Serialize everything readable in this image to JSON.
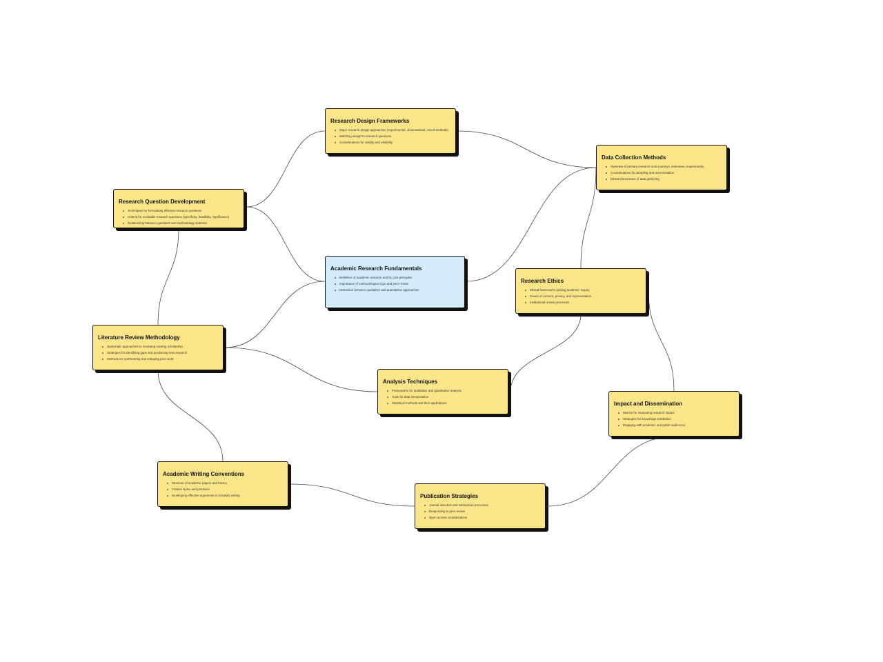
{
  "nodes": [
    {
      "id": "fundamentals",
      "title": "Academic Research Fundamentals",
      "central": true,
      "bullets": [
        "Definition of academic research and its core principles",
        "Importance of methodological rigor and peer review",
        "Distinction between qualitative and quantitative approaches"
      ]
    },
    {
      "id": "design",
      "title": "Research Design Frameworks",
      "bullets": [
        "Major research design approaches (experimental, observational, mixed-methods)",
        "Matching design to research questions",
        "Considerations for validity and reliability"
      ]
    },
    {
      "id": "data",
      "title": "Data Collection Methods",
      "bullets": [
        "Overview of primary research tools (surveys, interviews, experiments)",
        "Considerations for sampling and representation",
        "Ethical dimensions of data gathering"
      ]
    },
    {
      "id": "question",
      "title": "Research Question Development",
      "bullets": [
        "Techniques for formulating effective research questions",
        "Criteria for evaluable research questions (specificity, feasibility, significance)",
        "Relationship between questions and methodology selection"
      ]
    },
    {
      "id": "ethics",
      "title": "Research Ethics",
      "bullets": [
        "Ethical frameworks guiding academic inquiry",
        "Issues of consent, privacy, and representation",
        "Institutional review processes"
      ]
    },
    {
      "id": "literature",
      "title": "Literature Review Methodology",
      "bullets": [
        "Systematic approaches to reviewing existing scholarship",
        "Strategies for identifying gaps and positioning new research",
        "Methods for synthesizing and critiquing prior work"
      ]
    },
    {
      "id": "analysis",
      "title": "Analysis Techniques",
      "bullets": [
        "Frameworks for qualitative and quantitative analysis",
        "Tools for data interpretation",
        "Statistical methods and their applications"
      ]
    },
    {
      "id": "impact",
      "title": "Impact and Dissemination",
      "bullets": [
        "Metrics for measuring research impact",
        "Strategies for knowledge translation",
        "Engaging with academic and public audiences"
      ]
    },
    {
      "id": "writing",
      "title": "Academic Writing Conventions",
      "bullets": [
        "Structure of academic papers and theses",
        "Citation styles and practices",
        "Developing effective arguments in scholarly writing"
      ]
    },
    {
      "id": "publication",
      "title": "Publication Strategies",
      "bullets": [
        "Journal selection and submission processes",
        "Responding to peer review",
        "Open access considerations"
      ]
    }
  ],
  "edges": [
    [
      "question",
      "design"
    ],
    [
      "question",
      "fundamentals"
    ],
    [
      "design",
      "data"
    ],
    [
      "fundamentals",
      "data"
    ],
    [
      "literature",
      "fundamentals"
    ],
    [
      "question",
      "literature"
    ],
    [
      "literature",
      "analysis"
    ],
    [
      "literature",
      "writing"
    ],
    [
      "analysis",
      "ethics"
    ],
    [
      "ethics",
      "data"
    ],
    [
      "ethics",
      "impact"
    ],
    [
      "writing",
      "publication"
    ],
    [
      "publication",
      "impact"
    ]
  ],
  "colors": {
    "node_fill": "#fde68a",
    "central_fill": "#d3ecfb",
    "border": "#111111",
    "edge": "#444444"
  }
}
